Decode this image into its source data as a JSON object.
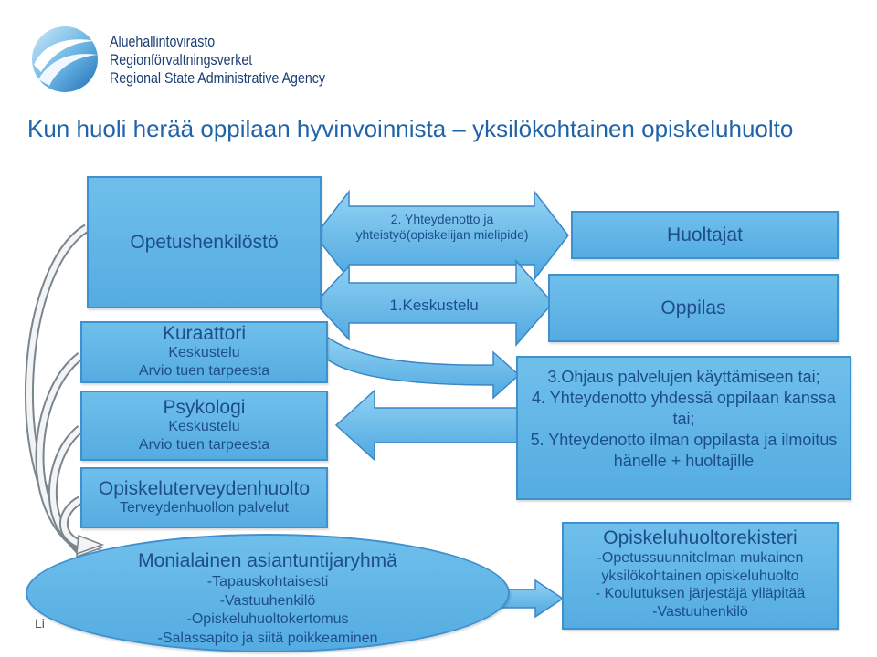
{
  "logo": {
    "icon": "agency-logo-icon",
    "line1": "Aluehallintovirasto",
    "line2": "Regionförvaltningsverket",
    "line3": "Regional State Administrative Agency"
  },
  "title": "Kun huoli herää oppilaan hyvinvoinnista – yksilökohtainen opiskeluhuolto",
  "diagram": {
    "opetushenkilosto": "Opetushenkilöstö",
    "arrow2": {
      "line1": "2. Yhteydenotto ja",
      "line2": "yhteistyö(opiskelijan mielipide)"
    },
    "huoltajat": "Huoltajat",
    "arrow1": "1.Keskustelu",
    "oppilas": "Oppilas",
    "kuraattori": {
      "title": "Kuraattori",
      "lines": [
        "Keskustelu",
        "Arvio tuen tarpeesta"
      ]
    },
    "psykologi": {
      "title": "Psykologi",
      "lines": [
        "Keskustelu",
        "Arvio tuen tarpeesta"
      ]
    },
    "terveydenhuolto": {
      "title": "Opiskeluterveydenhuolto",
      "lines": [
        "Terveydenhuollon palvelut"
      ]
    },
    "actions": [
      "3.Ohjaus palvelujen käyttämiseen tai;",
      "4. Yhteydenotto yhdessä oppilaan kanssa",
      "tai;",
      "5. Yhteydenotto ilman oppilasta ja ilmoitus",
      "hänelle + huoltajille"
    ],
    "ryhma": {
      "title": "Monialainen asiantuntijaryhmä",
      "lines": [
        "-Tapauskohtaisesti",
        "-Vastuuhenkilö",
        "-Opiskeluhuoltokertomus",
        "-Salassapito ja siitä poikkeaminen"
      ]
    },
    "rekisteri": {
      "title": "Opiskeluhuoltorekisteri",
      "lines": [
        "-Opetussuunnitelman mukainen",
        "yksilökohtainen opiskeluhuolto",
        "- Koulutuksen järjestäjä ylläpitää",
        "-Vastuuhenkilö"
      ]
    }
  },
  "footer_fragment": "Li",
  "colors": {
    "box_fill_top": "#6fbfeb",
    "box_fill_bottom": "#55ace1",
    "box_border": "#3f90cf",
    "box_text": "#1d4e8b",
    "title": "#1f63a8",
    "logo_text": "#1b3d73"
  }
}
